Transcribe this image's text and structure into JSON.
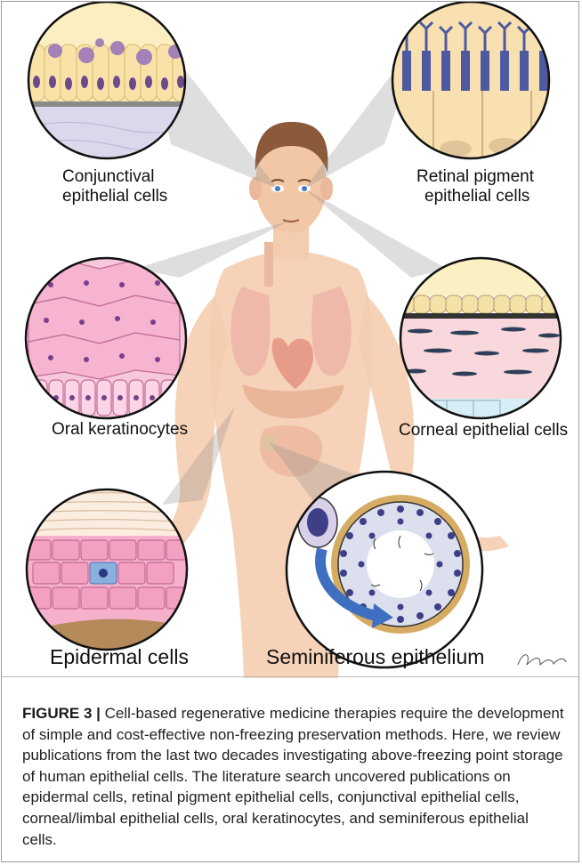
{
  "labels": {
    "conjunctival_line1": "Conjunctival",
    "conjunctival_line2": "epithelial cells",
    "retinal_line1": "Retinal pigment",
    "retinal_line2": "epithelial cells",
    "oral": "Oral keratinocytes",
    "corneal": "Corneal epithelial cells",
    "epidermal": "Epidermal cells",
    "seminiferous": "Seminiferous epithelium"
  },
  "caption": {
    "lead": "FIGURE 3 |",
    "text": " Cell-based regenerative medicine therapies require the development of simple and cost-effective non-freezing preservation methods. Here, we review publications from the last two decades investigating above-freezing point storage of human epithelial cells. The literature search uncovered publications on epidermal cells, retinal pigment epithelial cells, conjunctival epithelial cells, corneal/limbal epithelial cells, oral keratinocytes, and seminiferous epithelial cells."
  },
  "colors": {
    "skin": "#f2c7a6",
    "hair": "#8a5a3a",
    "membrane_blue": "#4e5aa0",
    "purple_cell": "#9b78b8",
    "pink_cell": "#f2a6c8",
    "nucleus": "#7a3f8c"
  }
}
